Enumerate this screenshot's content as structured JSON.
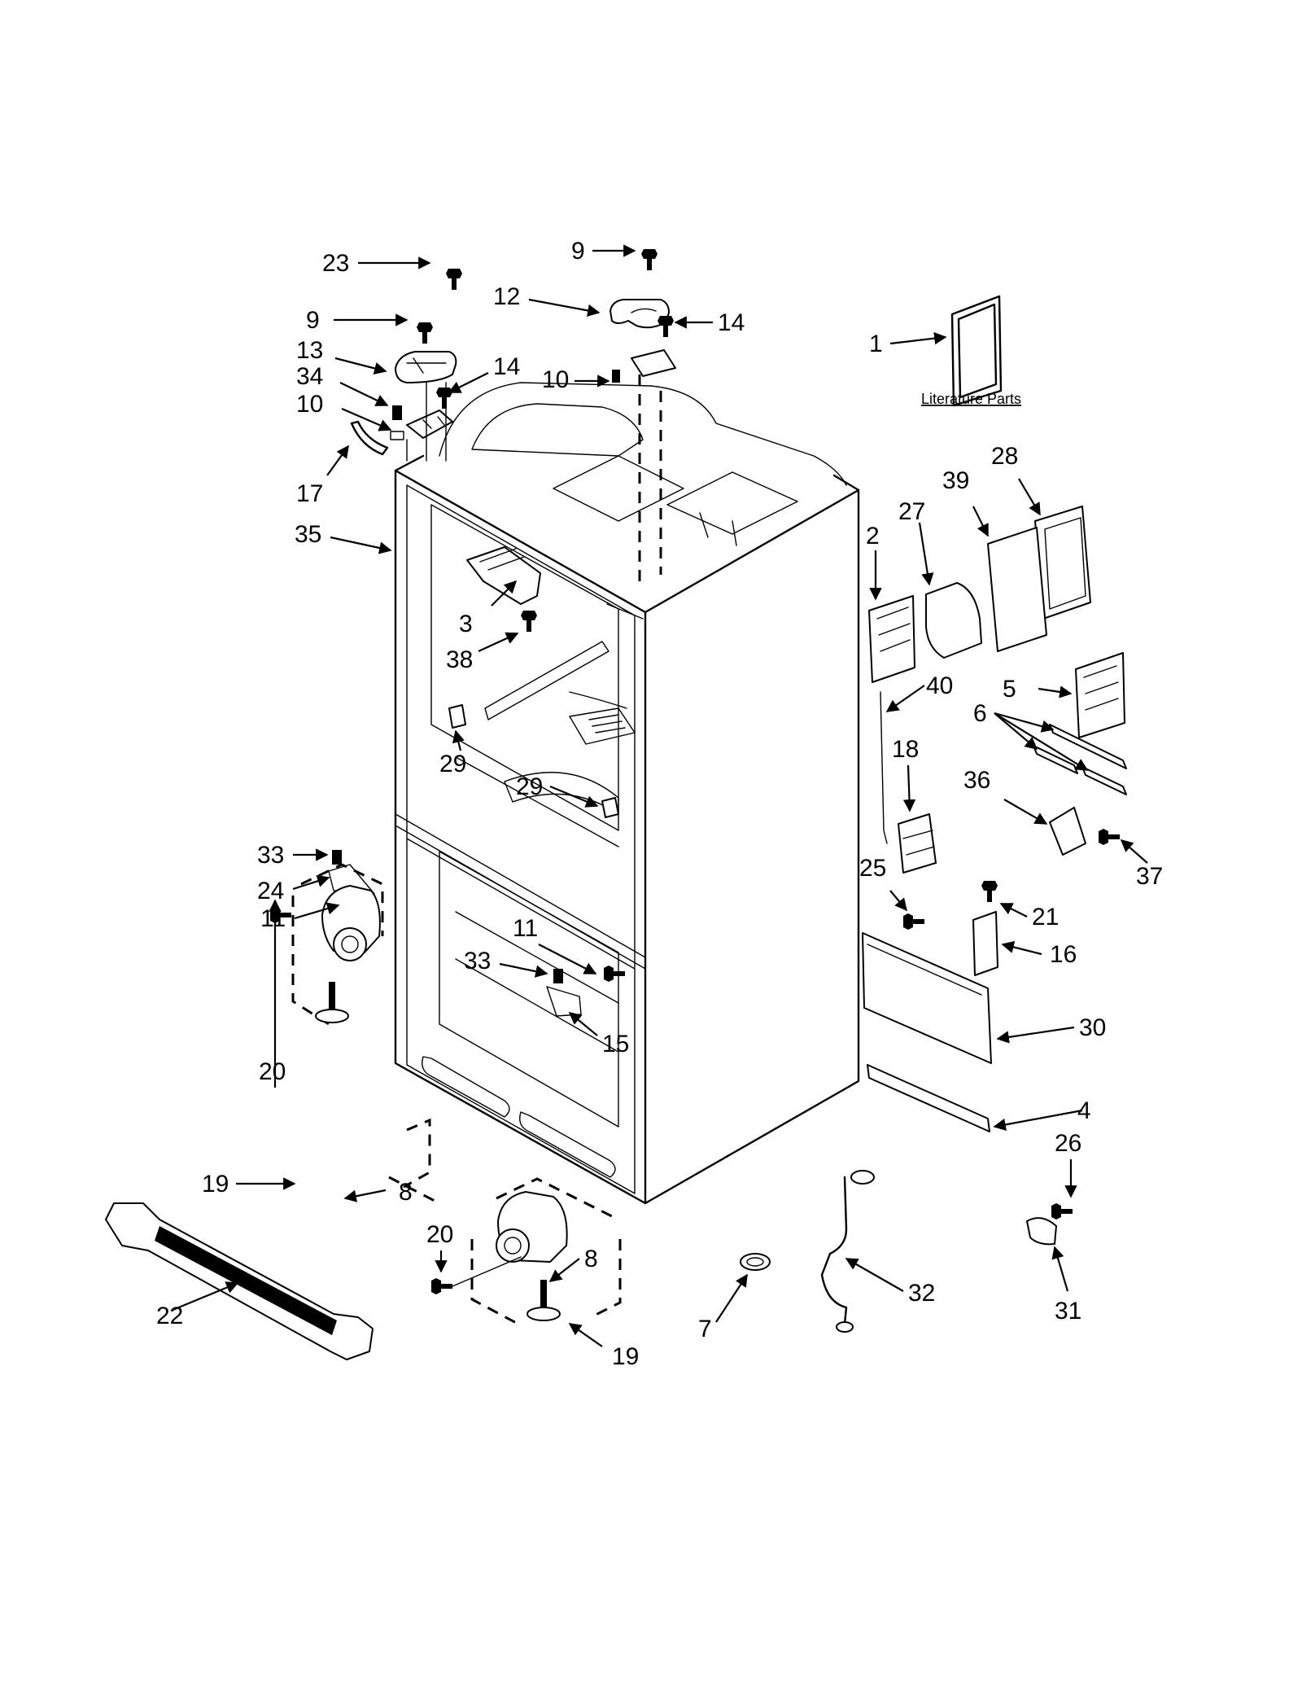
{
  "literature_parts_label": "Literature Parts",
  "callouts": [
    {
      "id": "c23a",
      "text": "23"
    },
    {
      "id": "c9a",
      "text": "9"
    },
    {
      "id": "c13",
      "text": "13"
    },
    {
      "id": "c34",
      "text": "34"
    },
    {
      "id": "c10a",
      "text": "10"
    },
    {
      "id": "c17",
      "text": "17"
    },
    {
      "id": "c35",
      "text": "35"
    },
    {
      "id": "c14a",
      "text": "14"
    },
    {
      "id": "c9b",
      "text": "9"
    },
    {
      "id": "c12",
      "text": "12"
    },
    {
      "id": "c14b",
      "text": "14"
    },
    {
      "id": "c10b",
      "text": "10"
    },
    {
      "id": "c1",
      "text": "1"
    },
    {
      "id": "c28",
      "text": "28"
    },
    {
      "id": "c39",
      "text": "39"
    },
    {
      "id": "c27",
      "text": "27"
    },
    {
      "id": "c2",
      "text": "2"
    },
    {
      "id": "c3",
      "text": "3"
    },
    {
      "id": "c38",
      "text": "38"
    },
    {
      "id": "c40",
      "text": "40"
    },
    {
      "id": "c5",
      "text": "5"
    },
    {
      "id": "c6",
      "text": "6"
    },
    {
      "id": "c29a",
      "text": "29"
    },
    {
      "id": "c29b",
      "text": "29"
    },
    {
      "id": "c18",
      "text": "18"
    },
    {
      "id": "c36",
      "text": "36"
    },
    {
      "id": "c37",
      "text": "37"
    },
    {
      "id": "c33a",
      "text": "33"
    },
    {
      "id": "c24",
      "text": "24"
    },
    {
      "id": "c11a",
      "text": "11"
    },
    {
      "id": "c25",
      "text": "25"
    },
    {
      "id": "c21",
      "text": "21"
    },
    {
      "id": "c16",
      "text": "16"
    },
    {
      "id": "c11b",
      "text": "11"
    },
    {
      "id": "c33b",
      "text": "33"
    },
    {
      "id": "c15",
      "text": "15"
    },
    {
      "id": "c30",
      "text": "30"
    },
    {
      "id": "c20a",
      "text": "20"
    },
    {
      "id": "c4",
      "text": "4"
    },
    {
      "id": "c26",
      "text": "26"
    },
    {
      "id": "c19a",
      "text": "19"
    },
    {
      "id": "c8a",
      "text": "8"
    },
    {
      "id": "c20b",
      "text": "20"
    },
    {
      "id": "c8b",
      "text": "8"
    },
    {
      "id": "c22",
      "text": "22"
    },
    {
      "id": "c7",
      "text": "7"
    },
    {
      "id": "c32",
      "text": "32"
    },
    {
      "id": "c31",
      "text": "31"
    },
    {
      "id": "c19b",
      "text": "19"
    }
  ]
}
